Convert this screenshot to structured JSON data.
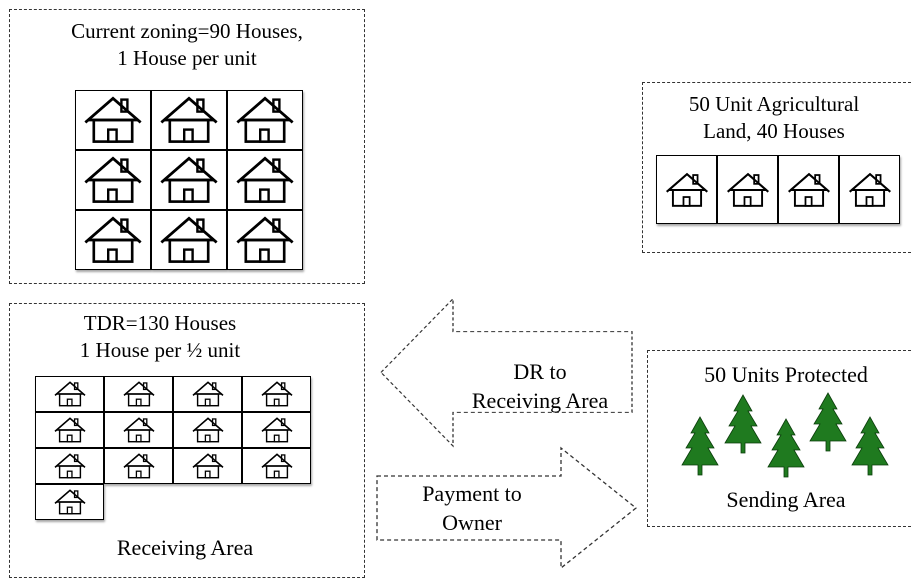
{
  "current_zoning": {
    "title_line1": "Current zoning=90  Houses,",
    "title_line2": "1 House per unit",
    "house_count": 9,
    "icon": "house-icon"
  },
  "agricultural": {
    "title_line1": "50 Unit Agricultural",
    "title_line2": "Land, 40 Houses",
    "house_count": 4,
    "icon": "house-icon"
  },
  "tdr": {
    "title_line1": "TDR=130 Houses",
    "title_line2": "1 House per ½ unit",
    "house_count": 13,
    "footer": "Receiving Area",
    "icon": "house-icon"
  },
  "arrows": {
    "dr_line1": "DR to",
    "dr_line2": "Receiving Area",
    "payment_line1": "Payment to",
    "payment_line2": "Owner"
  },
  "sending": {
    "title": "50 Units Protected",
    "footer": "Sending Area",
    "tree_count": 5,
    "tree_color": "#1f7a1f",
    "icon": "pine-tree-icon"
  }
}
